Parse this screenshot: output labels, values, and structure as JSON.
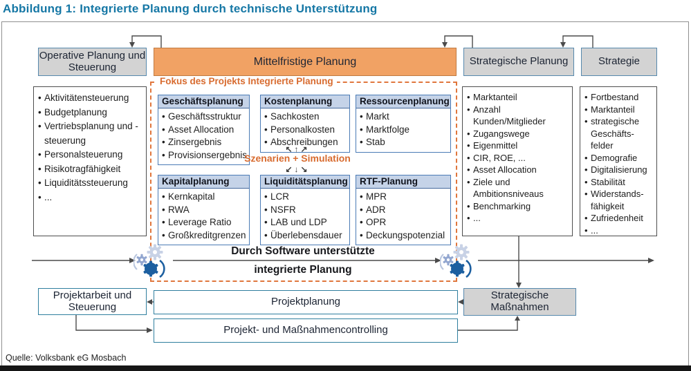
{
  "title": "Abbildung 1: Integrierte Planung durch technische Unterstützung",
  "source": "Quelle: Volksbank eG Mosbach",
  "top_headers": {
    "operative": "Operative Planung und Steuerung",
    "mittelfristig": "Mittelfristige Planung",
    "strategische_planung": "Strategische Planung",
    "strategie": "Strategie"
  },
  "left_list": [
    "Aktivitätensteuerung",
    "Budgetplanung",
    "Vertriebsplanung und -steuerung",
    "Personalsteuerung",
    "Risikotragfähigkeit",
    "Liquiditätssteuerung",
    "..."
  ],
  "focus_label": "Fokus des Projekts Integrierte Planung",
  "panels": [
    {
      "title": "Geschäftsplanung",
      "items": [
        "Geschäftsstruktur",
        "Asset Allocation",
        "Zinsergebnis",
        "Provisionsergebnis"
      ]
    },
    {
      "title": "Kostenplanung",
      "items": [
        "Sachkosten",
        "Personalkosten",
        "Abschreibungen"
      ]
    },
    {
      "title": "Ressourcenplanung",
      "items": [
        "Markt",
        "Marktfolge",
        "Stab"
      ]
    },
    {
      "title": "Kapitalplanung",
      "items": [
        "Kernkapital",
        "RWA",
        "Leverage Ratio",
        "Großkreditgrenzen"
      ]
    },
    {
      "title": "Liquiditätsplanung",
      "items": [
        "LCR",
        "NSFR",
        "LAB und LDP",
        "Überlebensdauer"
      ]
    },
    {
      "title": "RTF-Planung",
      "items": [
        "MPR",
        "ADR",
        "OPR",
        "Deckungspotenzial"
      ]
    }
  ],
  "szenarien": {
    "label": "Szenarien + Simulation",
    "arrows_up": "↖↑↗",
    "arrows_down": "↙↓↘"
  },
  "software_band": {
    "line1": "Durch Software unterstützte",
    "line2": "integrierte Planung"
  },
  "strategische_planung_list": [
    "Marktanteil",
    "Anzahl Kunden/Mitglieder",
    "Zugangswege",
    "Eigenmittel",
    "CIR, ROE, ...",
    "Asset Allocation",
    "Ziele und Ambitionsniveaus",
    "Benchmarking",
    "..."
  ],
  "strategie_list": [
    "Fortbestand",
    "Marktanteil",
    "strategische Geschäfts- felder",
    "Demografie",
    "Digitalisierung",
    "Stabilität",
    "Widerstands- fähigkeit",
    "Zufriedenheit",
    "..."
  ],
  "bottom_boxes": {
    "projektarbeit": "Projektarbeit und Steuerung",
    "projektplanung": "Projektplanung",
    "strategische_massnahmen": "Strategische Maßnahmen",
    "controlling": "Projekt- und Maßnahmencontrolling"
  },
  "colors": {
    "title_blue": "#1577a5",
    "orange_fill": "#f1a264",
    "orange_border": "#bf7a41",
    "gray_fill": "#d3d3d3",
    "gray_border": "#5588ad",
    "panel_header_fill": "#c5d3e8",
    "panel_border": "#4a7ab5",
    "dashed_orange": "#e0763c",
    "focus_text_orange": "#d86b2f",
    "connector_gray": "#4a4a4a",
    "gear_blue": "#1c5fa0",
    "gear_light": "#c8d2e6"
  }
}
